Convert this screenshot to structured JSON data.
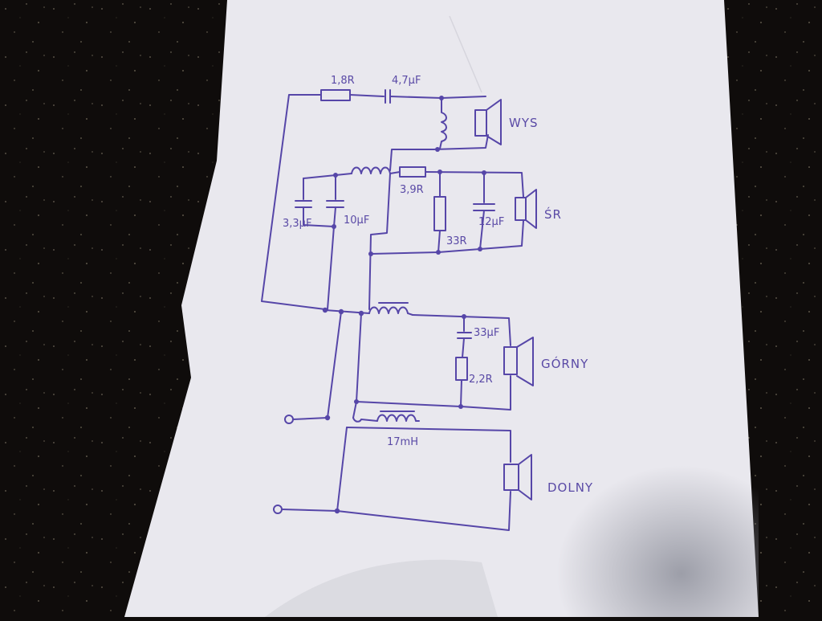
{
  "colors": {
    "background": "#0f0c0b",
    "paper": "#e9e8ee",
    "ink": "#5646a8",
    "shadow": "#8d8f9c"
  },
  "labels": {
    "r_tweeter": "1,8R",
    "c_tweeter": "4,7μF",
    "tweeter": "WYS",
    "c_mid_a": "3,3μF",
    "c_mid_b": "10μF",
    "r_series_mid": "3,9R",
    "r_mid_shunt": "33R",
    "c_mid_shunt": "12μF",
    "mid": "ŚR",
    "c_upper": "33μF",
    "r_upper": "2,2R",
    "upper_woofer": "GÓRNY",
    "l_woofer": "17mH",
    "lower_woofer": "DOLNY"
  },
  "icons": [
    "speaker-icon",
    "resistor-icon",
    "capacitor-icon",
    "inductor-icon",
    "terminal-icon"
  ]
}
